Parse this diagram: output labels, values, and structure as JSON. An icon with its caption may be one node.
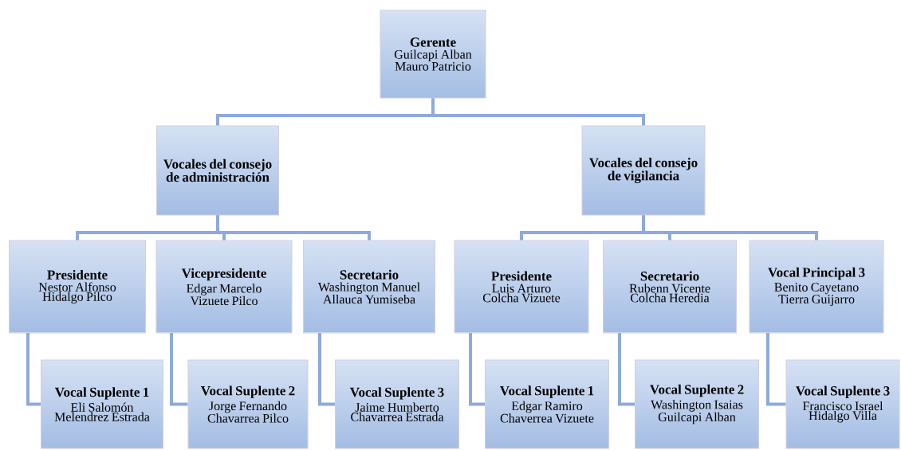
{
  "diagram": {
    "nodes": [
      {
        "text": [
          "Gerente",
          "Guilcapi Alban Mauro Patricio"
        ]
      },
      {
        "text": [
          "Vocales del consejo de administración"
        ]
      },
      {
        "text": [
          "Vocales del consejo de vigilancia"
        ]
      },
      {
        "text": [
          "Presidente",
          "Nestor Alfonso Hidalgo Pilco"
        ]
      },
      {
        "text": [
          "Vicepresidente",
          "Edgar Marcelo Vizuete Pilco"
        ]
      },
      {
        "text": [
          "Secretario",
          "Washington Manuel Allauca Yumiseba"
        ]
      },
      {
        "text": [
          "Presidente",
          "Luis Arturo Colcha Vizuete"
        ]
      },
      {
        "text": [
          "Secretario",
          "Rubenn Vicente Colcha Heredia"
        ]
      },
      {
        "text": [
          "Vocal Principal 3",
          "Benito Cayetano Tierra Guijarro"
        ]
      },
      {
        "text": [
          "Vocal Suplente 1",
          "Eli Salomón Melendrez Estrada"
        ]
      },
      {
        "text": [
          "Vocal Suplente 2",
          "Jorge Fernando Chavarrea Pilco"
        ]
      },
      {
        "text": [
          "Vocal Suplente 3",
          "Jaime Humberto Chavarrea Estrada"
        ]
      },
      {
        "text": [
          "Vocal Suplente 1",
          "Edgar Ramiro Chaverrea Vizuete"
        ]
      },
      {
        "text": [
          "Vocal Suplente 2",
          "Washington Isaias Guilcapi Alban"
        ]
      },
      {
        "text": [
          "Vocal Suplente 3",
          "Francisco Israel Hidalgo Villa"
        ]
      }
    ],
    "edges": [
      {
        "from": 0,
        "to": 1,
        "arrow": "none"
      },
      {
        "from": 0,
        "to": 2,
        "arrow": "none"
      },
      {
        "from": 1,
        "to": 3,
        "arrow": "none"
      },
      {
        "from": 1,
        "to": 4,
        "arrow": "none"
      },
      {
        "from": 1,
        "to": 5,
        "arrow": "none"
      },
      {
        "from": 2,
        "to": 6,
        "arrow": "none"
      },
      {
        "from": 2,
        "to": 7,
        "arrow": "none"
      },
      {
        "from": 2,
        "to": 8,
        "arrow": "none"
      },
      {
        "from": 3,
        "to": 9,
        "arrow": "none"
      },
      {
        "from": 4,
        "to": 10,
        "arrow": "none"
      },
      {
        "from": 5,
        "to": 11,
        "arrow": "none"
      },
      {
        "from": 6,
        "to": 12,
        "arrow": "none"
      },
      {
        "from": 7,
        "to": 13,
        "arrow": "none"
      },
      {
        "from": 8,
        "to": 14,
        "arrow": "none"
      }
    ]
  }
}
